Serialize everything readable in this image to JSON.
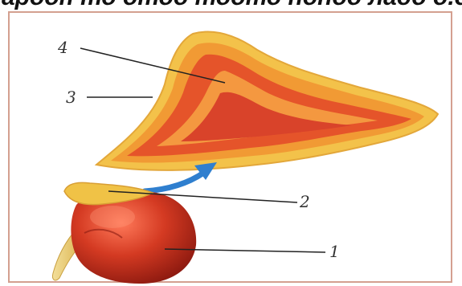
{
  "header_text": "ароон то отоо тоото попоо ладо о.о.",
  "labels": {
    "label_1": "1",
    "label_2": "2",
    "label_3": "3",
    "label_4": "4"
  },
  "colors": {
    "outer_cortex": "#f2c04a",
    "middle_layer": "#f08a2a",
    "medulla": "#e4522a",
    "kidney": "#c8321e",
    "arrow": "#2f7fcf",
    "leader_lines": "#222222",
    "frame_border": "#d4a090"
  }
}
